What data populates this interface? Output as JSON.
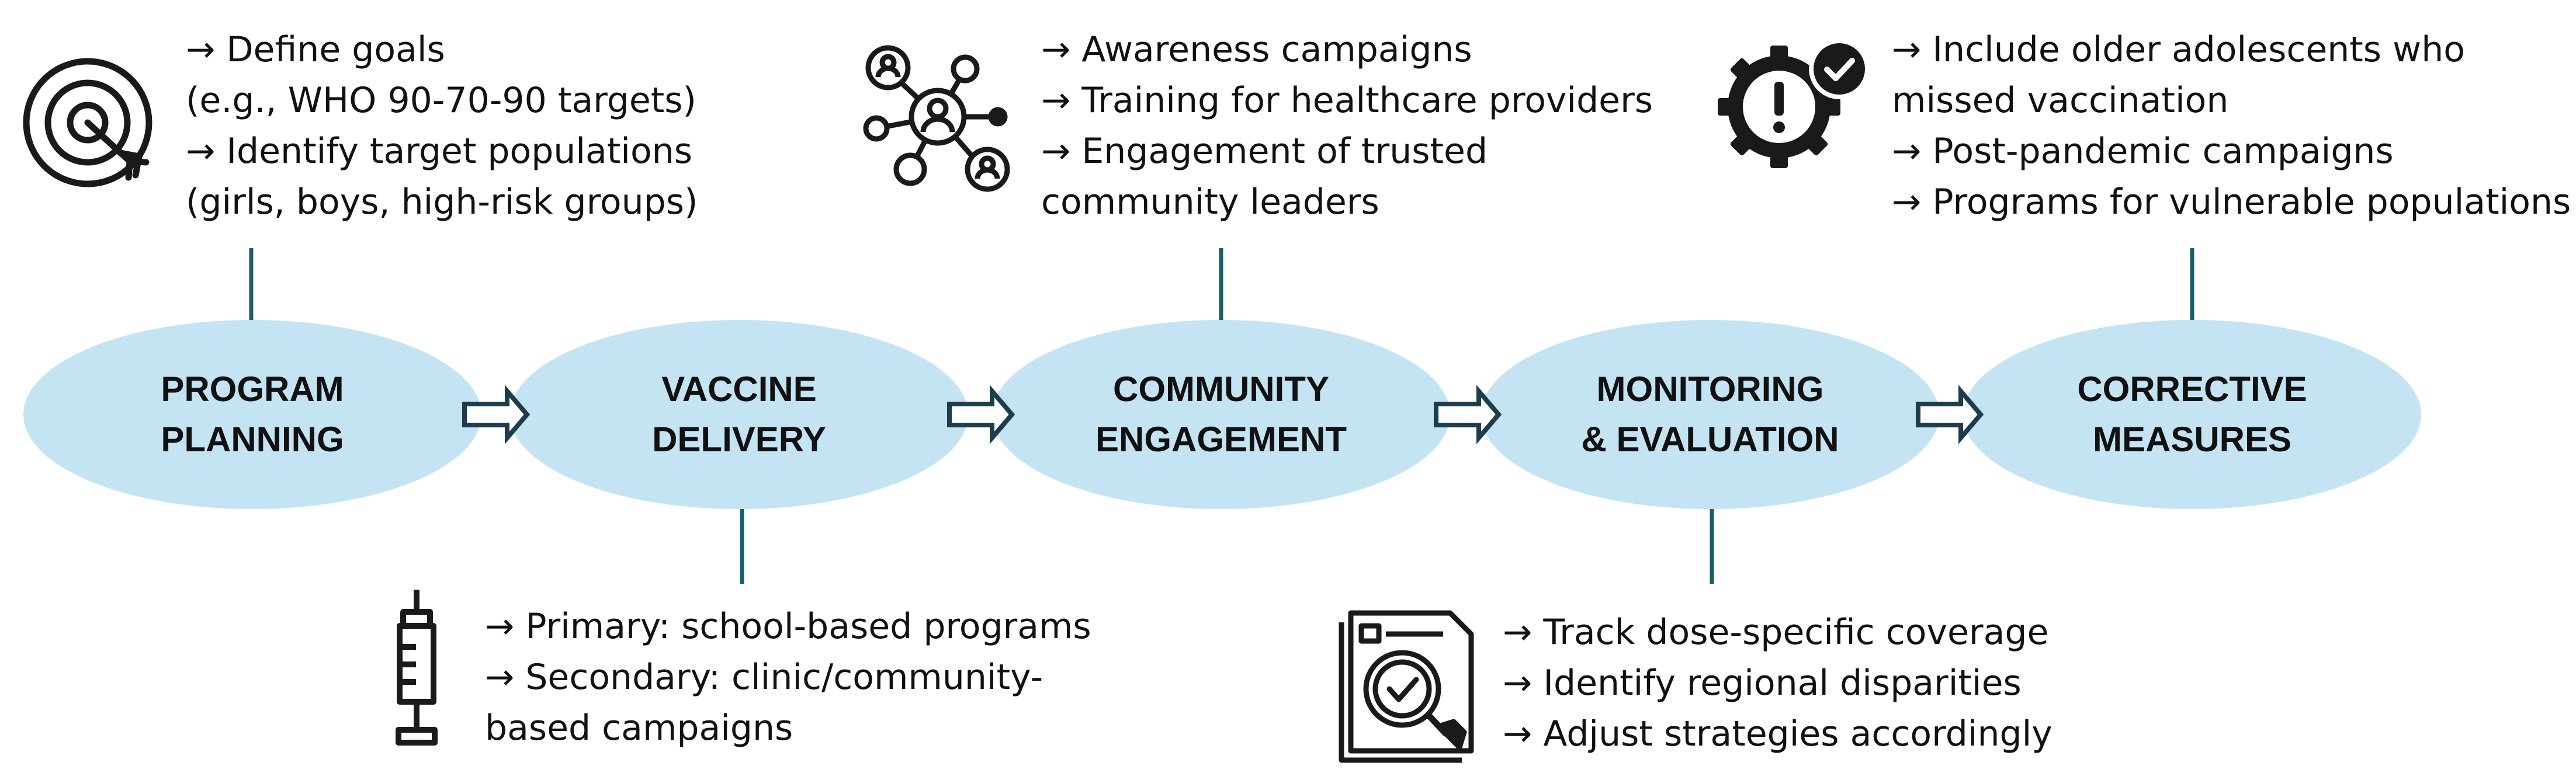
{
  "stages": [
    {
      "title_line1": "PROGRAM",
      "title_line2": "PLANNING"
    },
    {
      "title_line1": "VACCINE",
      "title_line2": "DELIVERY"
    },
    {
      "title_line1": "COMMUNITY",
      "title_line2": "ENGAGEMENT"
    },
    {
      "title_line1": "MONITORING",
      "title_line2": "& EVALUATION"
    },
    {
      "title_line1": "CORRECTIVE",
      "title_line2": "MEASURES"
    }
  ],
  "details": {
    "planning": [
      "→ Define goals",
      "(e.g., WHO 90-70-90 targets)",
      "→ Identify target populations",
      "(girls, boys, high-risk groups)"
    ],
    "delivery": [
      "→ Primary: school-based programs",
      "→ Secondary: clinic/community-",
      "based campaigns"
    ],
    "engagement": [
      "→ Awareness campaigns",
      "→ Training for healthcare providers",
      "→ Engagement of trusted",
      "community leaders"
    ],
    "monitoring": [
      "→ Track dose-specific coverage",
      "→ Identify regional disparities",
      "→ Adjust strategies accordingly"
    ],
    "corrective": [
      "→ Include older adolescents who",
      "missed vaccination",
      "→ Post-pandemic campaigns",
      "→ Programs for vulnerable populations"
    ]
  },
  "icons": {
    "planning": "target-icon",
    "delivery": "syringe-icon",
    "engagement": "network-people-icon",
    "monitoring": "document-inspection-icon",
    "corrective": "gear-alert-check-icon"
  },
  "colors": {
    "ellipse_fill": "#c4e3f3",
    "connector": "#1d5d6a",
    "arrow_outline": "#1d3d4d",
    "icon": "#1a1a1a"
  }
}
